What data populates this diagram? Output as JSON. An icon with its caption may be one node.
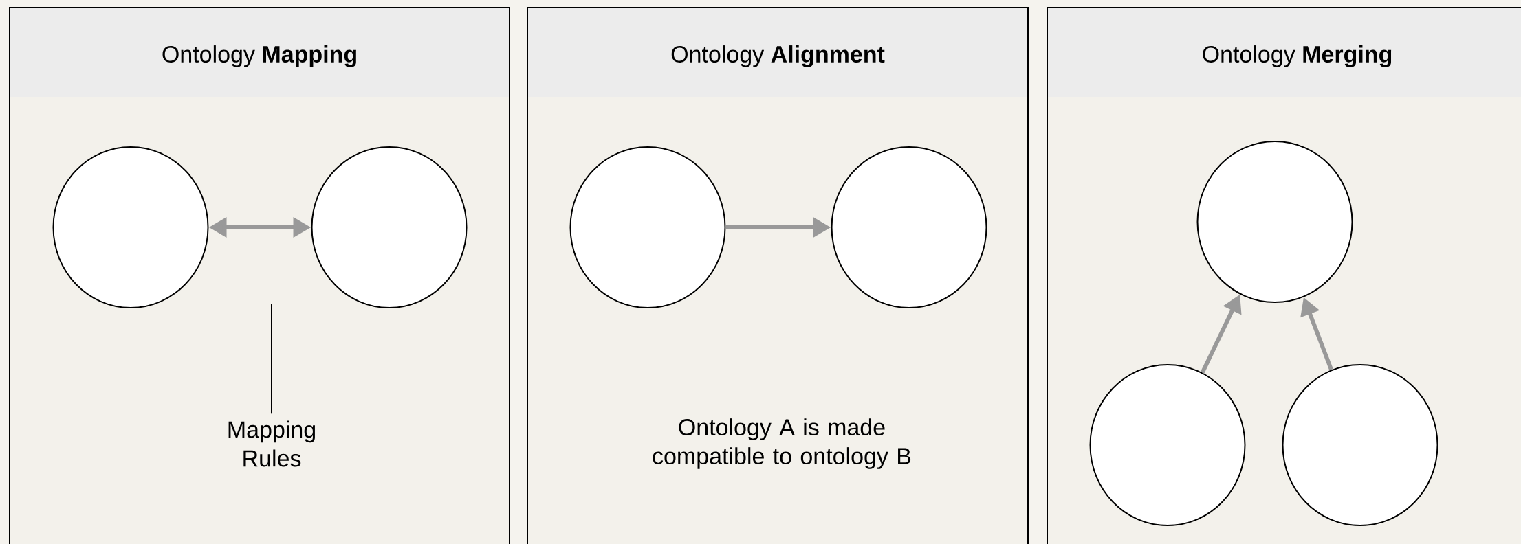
{
  "diagram": {
    "nodes": [
      {
        "text": [
          "Ontology **Mapping**"
        ]
      },
      {
        "text": [],
        "shape": "circle",
        "in": 0
      },
      {
        "text": [],
        "shape": "circle",
        "in": 0
      },
      {
        "text": [
          "Mapping Rules"
        ],
        "in": 0
      },
      {
        "text": [
          "Ontology **Alignment**"
        ]
      },
      {
        "text": [],
        "shape": "circle",
        "in": 4
      },
      {
        "text": [],
        "shape": "circle",
        "in": 4
      },
      {
        "text": [
          "Ontology **Merging**"
        ]
      },
      {
        "text": [],
        "shape": "circle",
        "in": 7
      },
      {
        "text": [],
        "shape": "circle",
        "in": 7
      },
      {
        "text": [],
        "shape": "circle",
        "in": 7
      }
    ],
    "edges": [
      {
        "from": 1,
        "to": 2,
        "arrow": "both"
      },
      {
        "from": 3,
        "to": null,
        "arrow": "none",
        "color": "#000000"
      },
      {
        "from": 5,
        "to": 6,
        "arrow": "to"
      },
      {
        "from": 9,
        "to": 8,
        "arrow": "to"
      },
      {
        "from": 10,
        "to": 8,
        "arrow": "to"
      }
    ],
    "labels": [
      "Ontology A is made compatible to ontology B"
    ]
  }
}
